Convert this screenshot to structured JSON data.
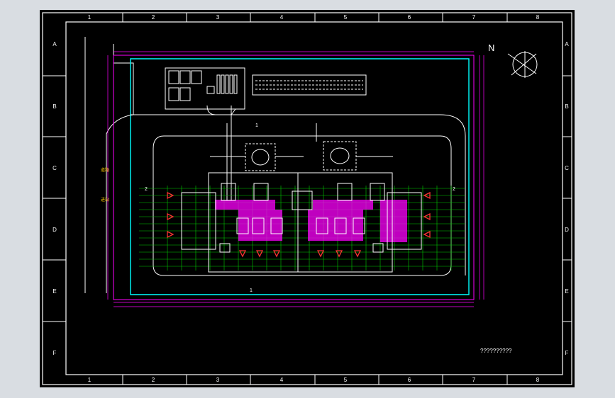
{
  "drawing": {
    "title_text": "??????????",
    "north_label": "N",
    "column_labels": [
      "1",
      "2",
      "3",
      "4",
      "5",
      "6",
      "7",
      "8"
    ],
    "row_labels": [
      "A",
      "B",
      "C",
      "D",
      "E",
      "F"
    ],
    "section_marks": [
      "1",
      "2",
      "1",
      "2"
    ],
    "colors": {
      "background": "#000000",
      "frame": "#ffffff",
      "dimension": "#ff00ff",
      "grid": "#00cc00",
      "equipment": "#ffffff",
      "fence": "#00ffff",
      "label": "#ffcc00",
      "transformer": "#ff3333"
    }
  }
}
